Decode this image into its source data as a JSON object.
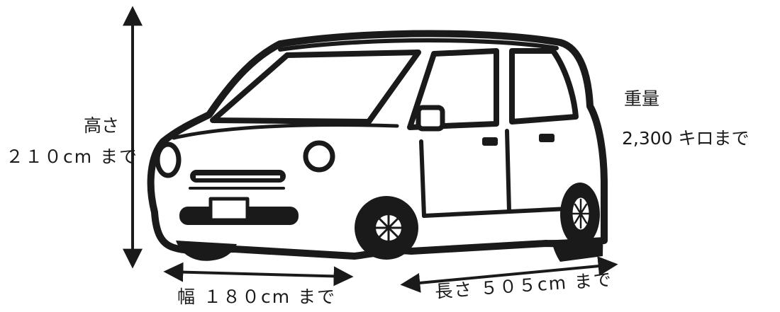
{
  "labels": {
    "height_title": "高さ",
    "height_value": "２１０cm まで",
    "weight_title": "重量",
    "weight_value": "2,300 キロまで",
    "width": "幅 １８０cm まで",
    "length": "長さ ５０５cm まで"
  },
  "colors": {
    "ink": "#1a1a1a",
    "body": "#ffffff"
  },
  "icons": {
    "car": "car-illustration",
    "arrows": [
      "height-arrow",
      "width-arrow",
      "length-arrow"
    ]
  }
}
